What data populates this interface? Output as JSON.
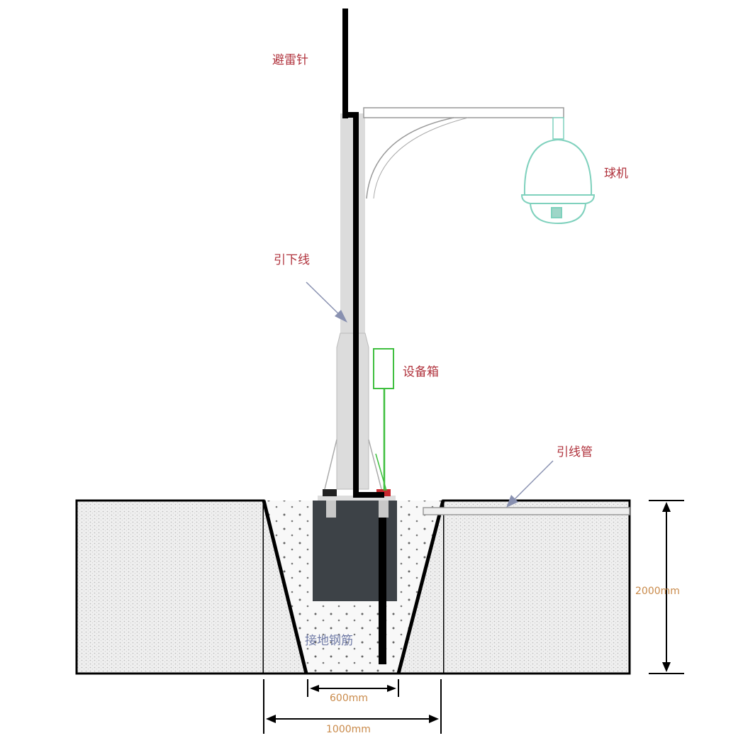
{
  "labels": {
    "lightning_rod": "避雷针",
    "dome_camera": "球机",
    "down_conductor": "引下线",
    "equipment_box": "设备箱",
    "conduit": "引线管",
    "depth": "2000mm",
    "ground_rebar": "接地钢筋",
    "bottom_width": "600mm",
    "top_width": "1000mm"
  },
  "colors": {
    "label_red": "#b0323c",
    "dimension_orange": "#c98a4a",
    "camera_teal": "#7fd1bd",
    "box_green": "#3fbf3f",
    "foundation": "#3d4247",
    "rebar_label_blue": "#6f7aa6"
  }
}
